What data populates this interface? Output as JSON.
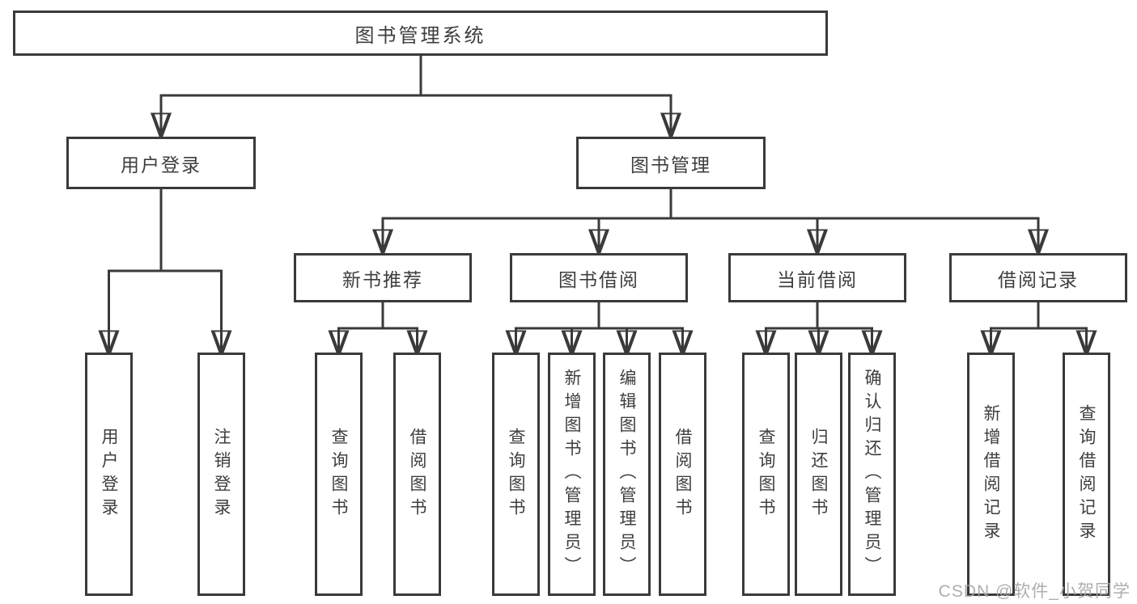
{
  "root": {
    "label": "图书管理系统"
  },
  "branches": {
    "user": {
      "label": "用户登录",
      "leaves": [
        "用户登录",
        "注销登录"
      ]
    },
    "book": {
      "label": "图书管理",
      "sections": [
        {
          "label": "新书推荐",
          "leaves": [
            "查询图书",
            "借阅图书"
          ]
        },
        {
          "label": "图书借阅",
          "leaves": [
            "查询图书",
            "新增图书（管理员）",
            "编辑图书（管理员）",
            "借阅图书"
          ]
        },
        {
          "label": "当前借阅",
          "leaves": [
            "查询图书",
            "归还图书",
            "确认归还（管理员）"
          ]
        },
        {
          "label": "借阅记录",
          "leaves": [
            "新增借阅记录",
            "查询借阅记录"
          ]
        }
      ]
    }
  },
  "watermark": "CSDN @软件_小贺同学",
  "colors": {
    "line": "#3a3a3a",
    "text": "#3e3e3e",
    "watermark": "#a5a5a5",
    "background": "#ffffff"
  }
}
